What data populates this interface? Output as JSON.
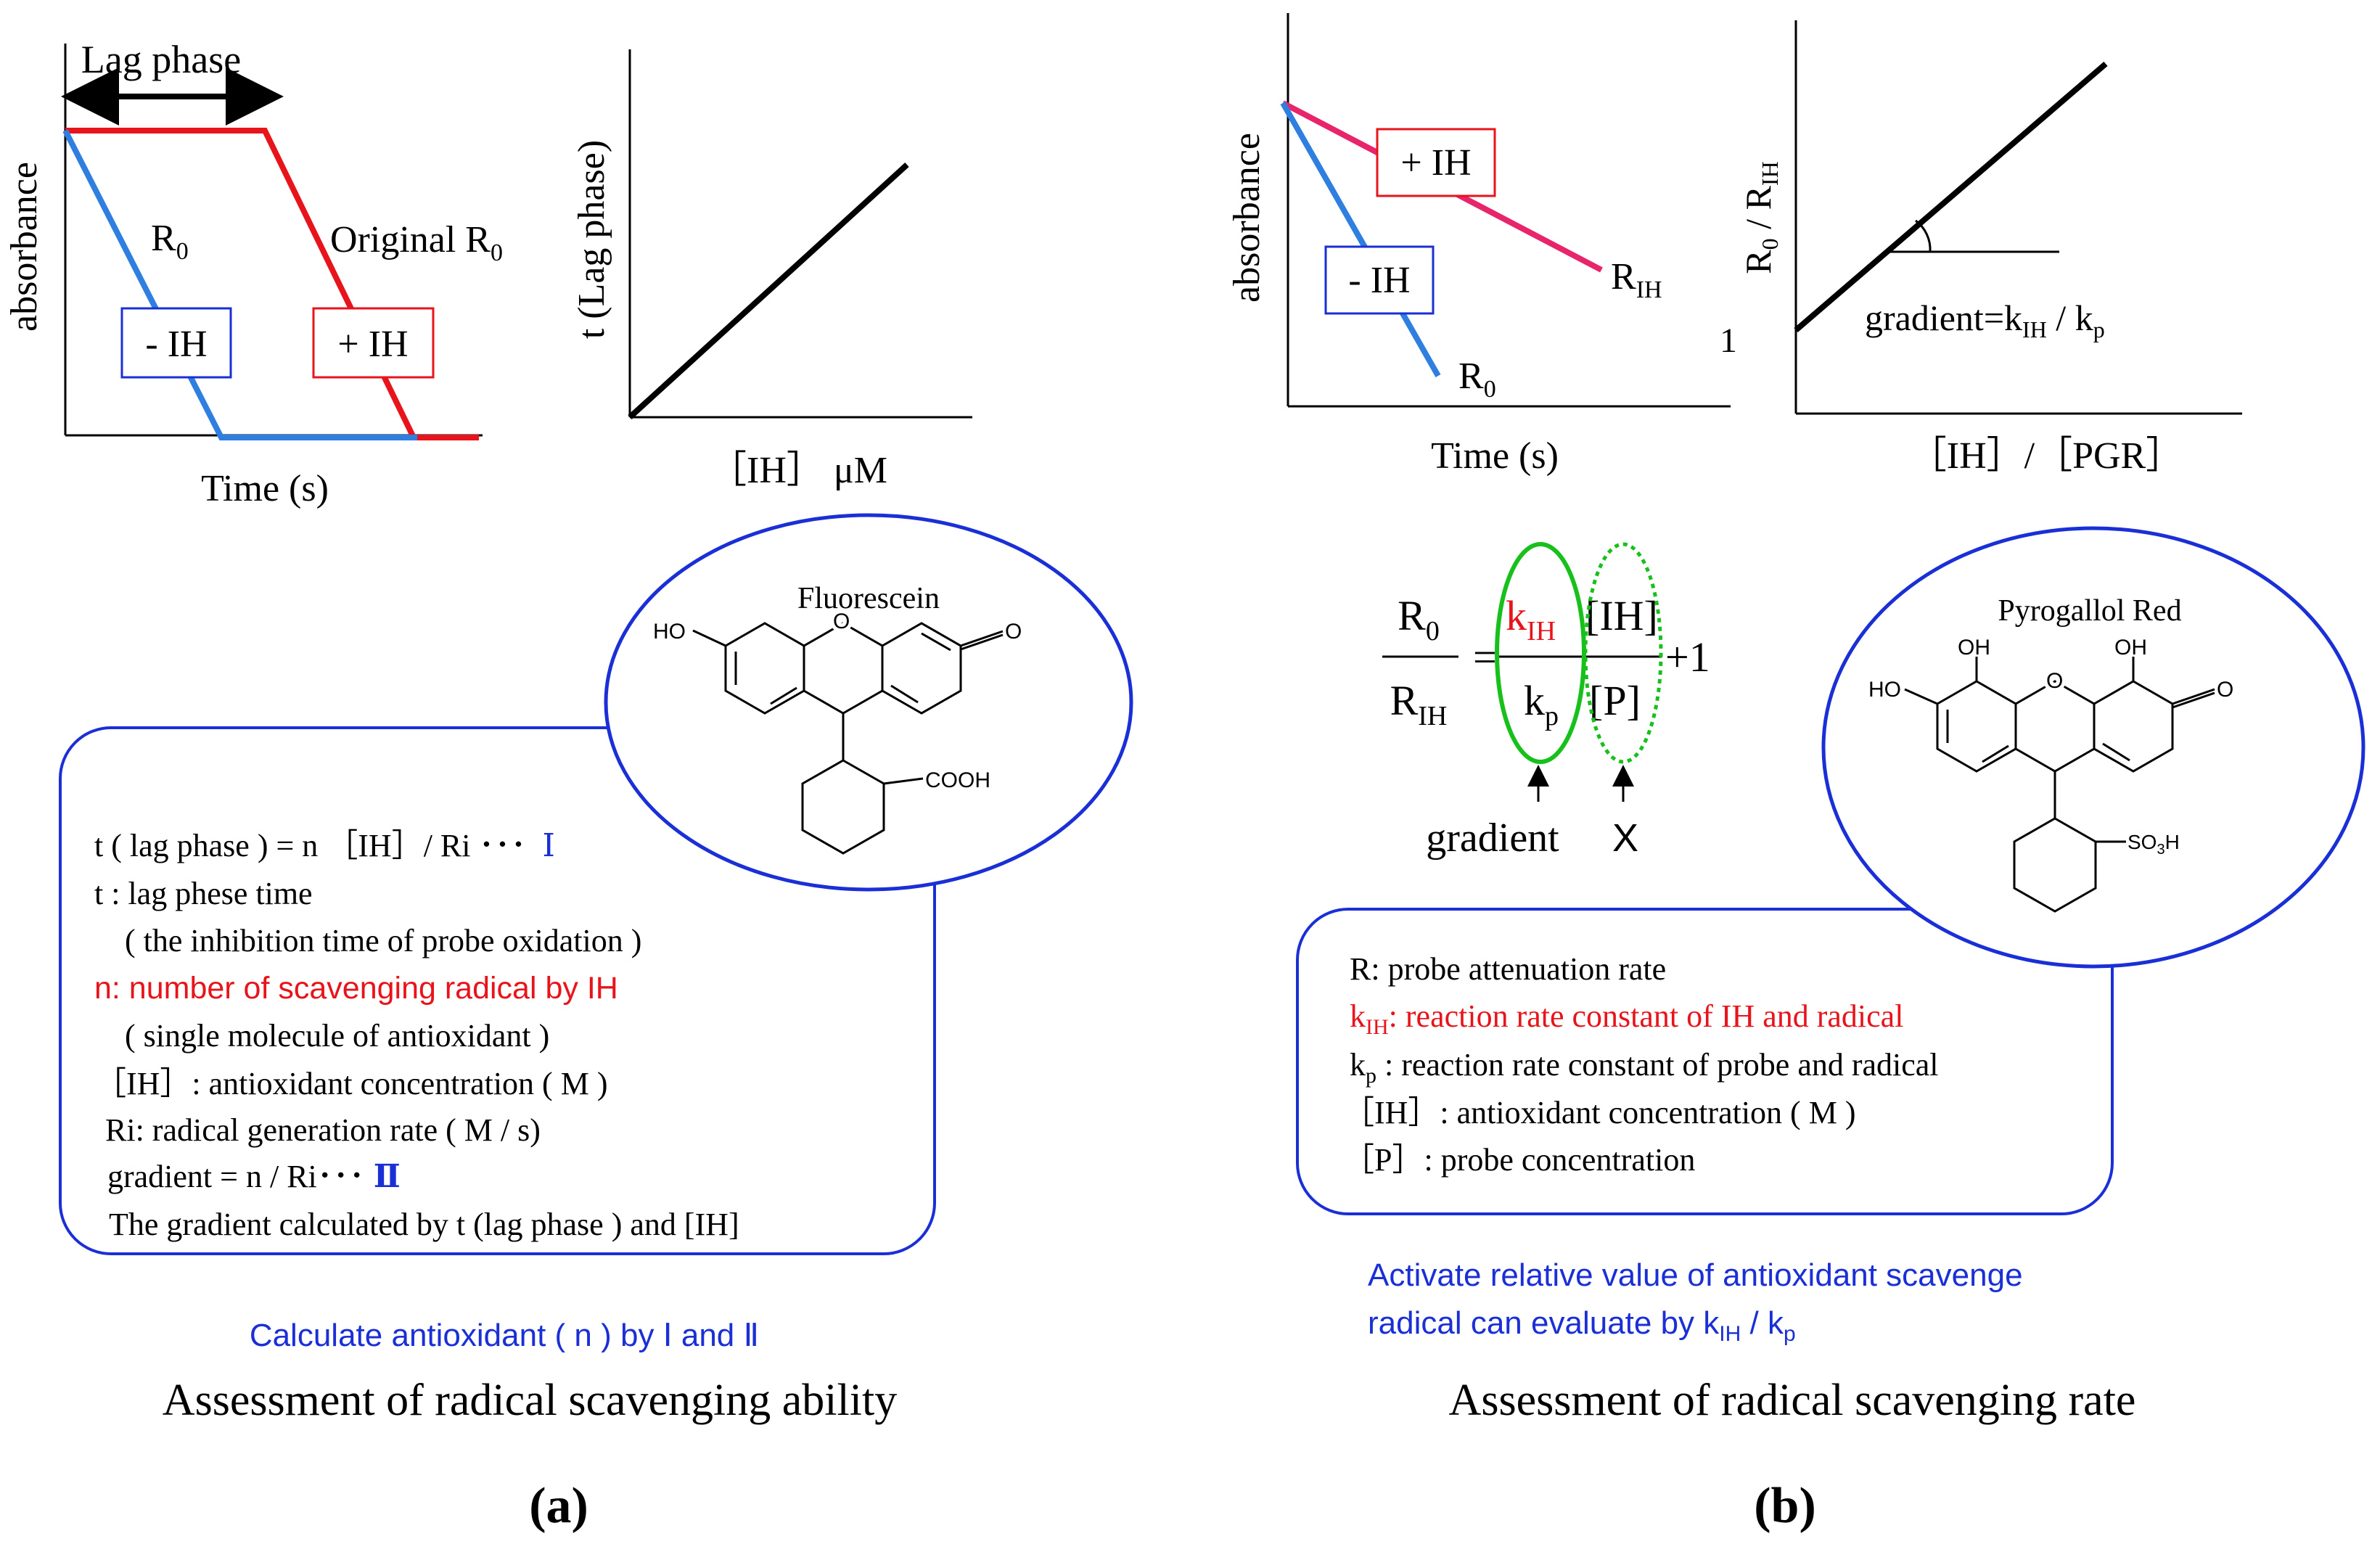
{
  "panel_a": {
    "lag_phase_label": "Lag phase",
    "ylabel": "absorbance",
    "r0_main": "R",
    "r0_sub": "0",
    "original_main": "Original R",
    "original_sub": "0",
    "minus_ih": "- IH",
    "plus_ih": "+ IH",
    "xlabel": "Time (s)",
    "plot2_ylabel": "t (Lag phase)",
    "plot2_xlabel": "［IH］ μM",
    "fluorescein_title": "Fluorescein",
    "ho": "HO",
    "o_ring": "O",
    "o_keto": "O",
    "cooh": "COOH",
    "lines": [
      "t ( lag phase ) = n ［IH］/ Ri ･･･",
      "t : lag phese time",
      "( the inhibition time of probe oxidation )",
      "n: number of scavenging radical by IH",
      "( single molecule of antioxidant )",
      "［IH］: antioxidant concentration ( M )",
      "Ri: radical generation rate ( M / s)",
      "gradient = n / Ri･･･",
      "The gradient  calculated by t (lag phase ) and [IH]"
    ],
    "marker_1": "Ⅰ",
    "marker_2": "Ⅱ",
    "calc_text": "Calculate antioxidant ( n ) by  Ⅰ  and  Ⅱ",
    "caption": "Assessment of radical scavenging ability",
    "label": "(a)"
  },
  "panel_b": {
    "ylabel": "absorbance",
    "plus_ih": "+ IH",
    "minus_ih": "- IH",
    "rih_main": "R",
    "rih_sub": "IH",
    "r0_main": "R",
    "r0_sub": "0",
    "stray": "1",
    "xlabel": "Time (s)",
    "plot2_ylabel_main": "R",
    "plot2_ylabel_sub0": "0",
    "plot2_ylabel_mid": " / R",
    "plot2_ylabel_sub1": "IH",
    "gradient_label": "gradient=k",
    "gradient_sub1": "IH",
    "gradient_mid": " / k",
    "gradient_sub2": "p",
    "plot2_xlabel": "［IH］/［PGR］",
    "eq": {
      "r0": "R",
      "r0_sub": "0",
      "rih": "R",
      "rih_sub": "IH",
      "k_ih": "k",
      "k_ih_sub": "IH",
      "ih": "[IH]",
      "kp": "k",
      "kp_sub": "p",
      "p": "[P]",
      "eq_sign": "=",
      "plus_one": "+1",
      "gradient_word": "gradient",
      "x_word": "X"
    },
    "pyrogallol_title": "Pyrogallol Red",
    "oh1": "OH",
    "oh2": "OH",
    "ho": "HO",
    "o_ring": "O",
    "o_keto": "O",
    "so3h": "SO",
    "so3h_sub": "3",
    "so3h_end": "H",
    "def_r": "R: probe attenuation rate",
    "def_kih_main": "k",
    "def_kih_sub": "IH",
    "def_kih_rest": ": reaction rate constant of IH and radical",
    "def_kp_main": "k",
    "def_kp_sub": "p",
    "def_kp_rest": " : reaction rate constant of probe and radical",
    "def_ih": "［IH］: antioxidant concentration ( M )",
    "def_p": "［P］: probe concentration",
    "activate_1": "Activate relative value  of antioxidant scavenge",
    "activate_2_main": "radical  can evaluate  by k",
    "activate_2_sub1": "IH",
    "activate_2_mid": " / k",
    "activate_2_sub2": "p",
    "caption": "Assessment of radical scavenging rate",
    "label": "(b)"
  },
  "colors": {
    "red": "#e8141b",
    "blue": "#1a2fd6",
    "light_blue": "#2f7fe0",
    "pink": "#e8246a",
    "green": "#17c01a",
    "black": "#000000"
  }
}
